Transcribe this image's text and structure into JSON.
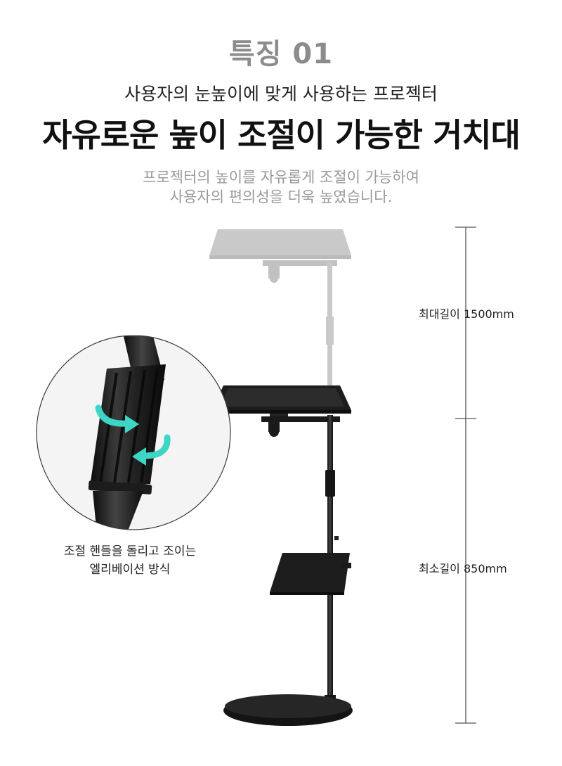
{
  "header": {
    "feature_label": "특징 01",
    "subtitle": "사용자의 눈높이에 맞게 사용하는 프로젝터",
    "headline": "자유로운 높이 조절이 가능한 거치대",
    "description_lines": [
      "프로젝터의 높이를 자유롭게 조절이 가능하여",
      "사용자의 편의성을 더욱 높였습니다."
    ]
  },
  "dimensions": {
    "max_label": "최대길이 1500mm",
    "min_label": "최소길이 850mm"
  },
  "detail": {
    "caption_lines": [
      "조절 핸들을 돌리고 조이는",
      "엘리베이션 방식"
    ],
    "arrow_color": "#3dd6c6",
    "arrow_icon": "rotate-arrow-icon"
  },
  "colors": {
    "stand": "#1b1b1b",
    "ghost_stand": "#b5b5b5",
    "description_text": "#9a9a9a",
    "feature_label": "#8c8c8c"
  }
}
